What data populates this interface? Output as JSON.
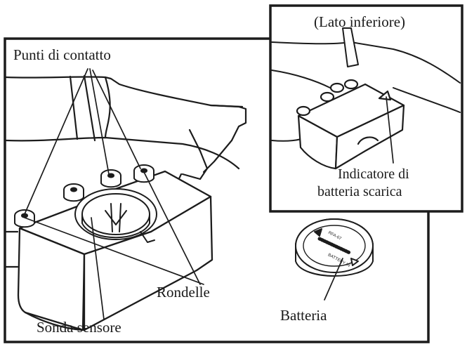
{
  "labels": {
    "contact_points": "Punti di contatto",
    "underside": "(Lato inferiore)",
    "low_battery_line1": "Indicatore di",
    "low_battery_line2": "batteria scarica",
    "washers": "Rondelle",
    "sensor_probe": "Sonda sensore",
    "battery": "Batteria"
  },
  "battery_markings": {
    "part_number": "RFA-67",
    "battery_text": "BATTERY IN"
  }
}
